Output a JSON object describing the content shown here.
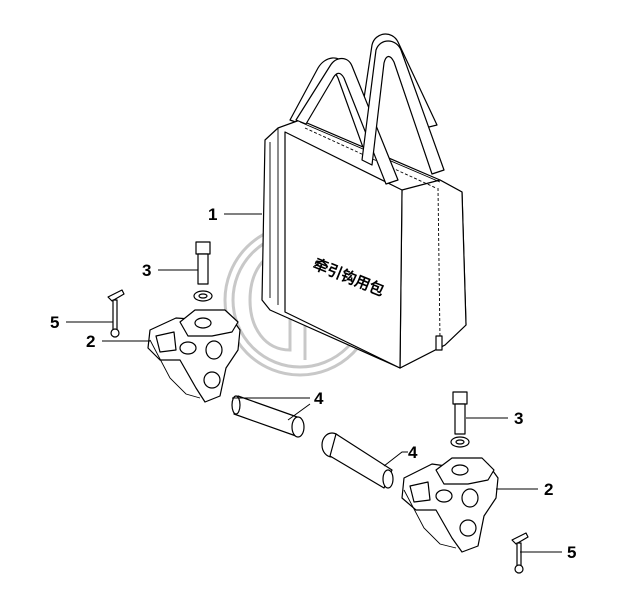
{
  "diagram": {
    "bag_text": "牵引钩用包",
    "callouts": [
      "1",
      "2",
      "3",
      "4",
      "5"
    ]
  },
  "labels": {
    "l1": "1",
    "l2a": "2",
    "l2b": "2",
    "l3a": "3",
    "l3b": "3",
    "l4a": "4",
    "l4b": "4",
    "l5a": "5",
    "l5b": "5"
  },
  "watermark": {
    "color": "#c8c8c8"
  }
}
